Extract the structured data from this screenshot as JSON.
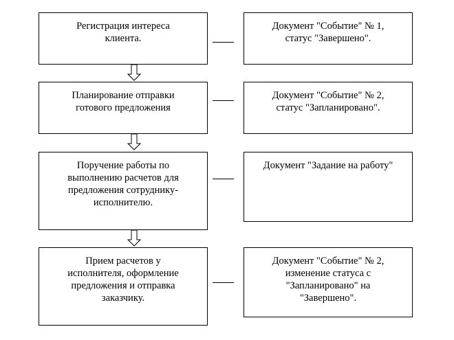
{
  "steps": [
    {
      "process": "Регистрация интереса\nклиента.",
      "document": "Документ \"Событие\" № 1,\nстатус \"Завершено\"."
    },
    {
      "process": "Планирование отправки\nготового предложения",
      "document": "Документ \"Событие\" № 2,\nстатус \"Запланировано\"."
    },
    {
      "process": "Поручение работы по\nвыполнению расчетов для\nпредложения сотруднику-\nисполнителю.",
      "document": "Документ \"Задание на работу\""
    },
    {
      "process": "Прием расчетов у\nисполнителя, оформление\nпредложения и отправка\nзаказчику.",
      "document": "Документ \"Событие\" № 2,\nизменение статуса с\n\"Запланировано\" на\n\"Завершено\"."
    }
  ]
}
